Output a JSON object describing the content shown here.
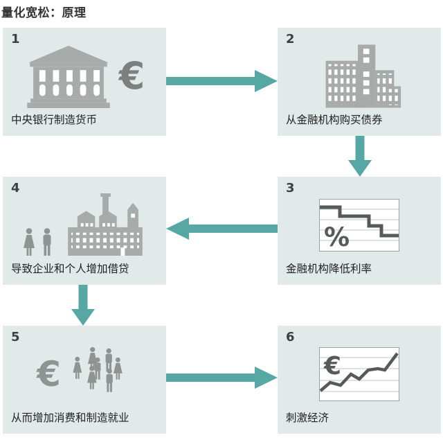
{
  "title": "量化宽松：原理",
  "symbols": {
    "euro": "€",
    "percent": "%"
  },
  "steps": [
    {
      "number": "1",
      "label": "中央银行制造货币",
      "icon": "bank-with-euro"
    },
    {
      "number": "2",
      "label": "从金融机构购买债券",
      "icon": "office-buildings"
    },
    {
      "number": "3",
      "label": "金融机构降低利率",
      "icon": "declining-interest-rate-chart"
    },
    {
      "number": "4",
      "label": "导致企业和个人增加借贷",
      "icon": "people-and-factory"
    },
    {
      "number": "5",
      "label": "从而增加消费和制造就业",
      "icon": "euro-and-crowd"
    },
    {
      "number": "6",
      "label": "刺激经济",
      "icon": "rising-economy-chart"
    }
  ],
  "flow_arrows": [
    {
      "from": "1",
      "to": "2",
      "direction": "right"
    },
    {
      "from": "2",
      "to": "3",
      "direction": "down"
    },
    {
      "from": "3",
      "to": "4",
      "direction": "left"
    },
    {
      "from": "4",
      "to": "5",
      "direction": "down"
    },
    {
      "from": "5",
      "to": "6",
      "direction": "right"
    }
  ],
  "colors": {
    "canvas": "#ffffff",
    "box_background": "#e1eae9",
    "arrow": "#57a8a5",
    "icon_gray": "#a7abaa",
    "icon_mid": "#8f9493",
    "icon_dark": "#565b5a",
    "euro_dark": "#7c8180",
    "chart_border": "#9aa3a2",
    "chart_grid": "#bcc4c3",
    "text": "#222222",
    "title": "#333333",
    "number": "#3c4140"
  }
}
